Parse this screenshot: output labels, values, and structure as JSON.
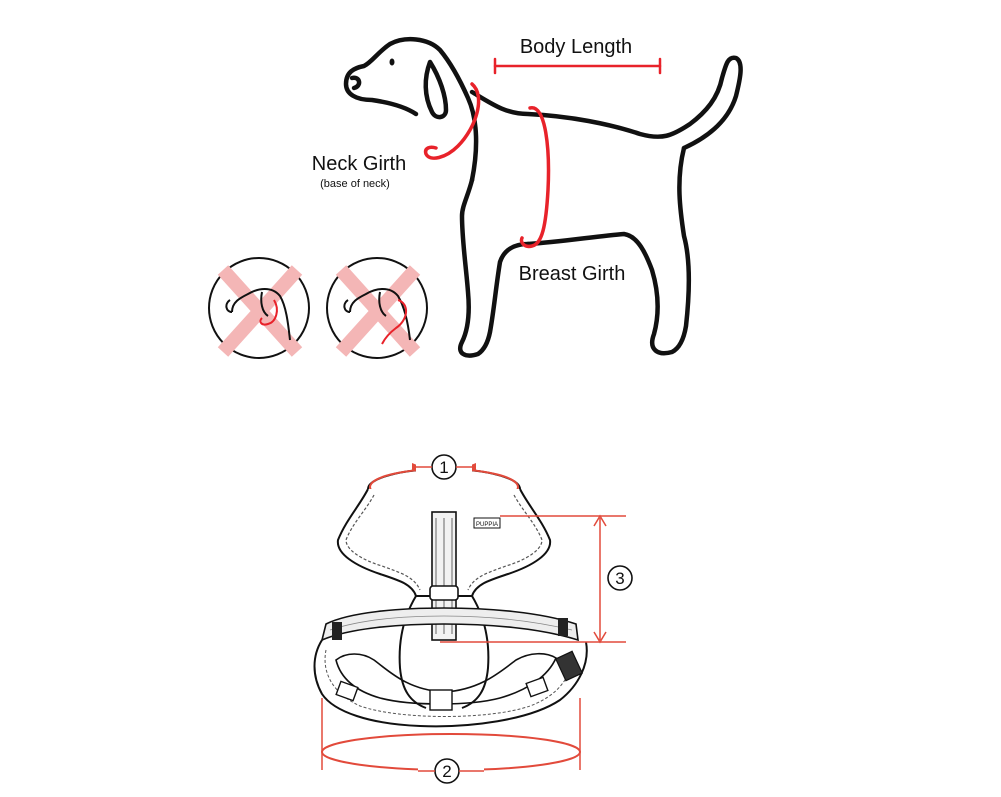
{
  "labels": {
    "body_length": "Body Length",
    "neck_girth": "Neck Girth",
    "neck_girth_note": "(base of neck)",
    "breast_girth": "Breast Girth"
  },
  "harness": {
    "marker_neck": "1",
    "marker_chest": "2",
    "marker_length": "3",
    "brand_tag": "PUPPIA"
  },
  "colors": {
    "measure": "#e8222a",
    "outline": "#111111",
    "cross": "#f4b6b6",
    "guide": "#e24a3b"
  }
}
